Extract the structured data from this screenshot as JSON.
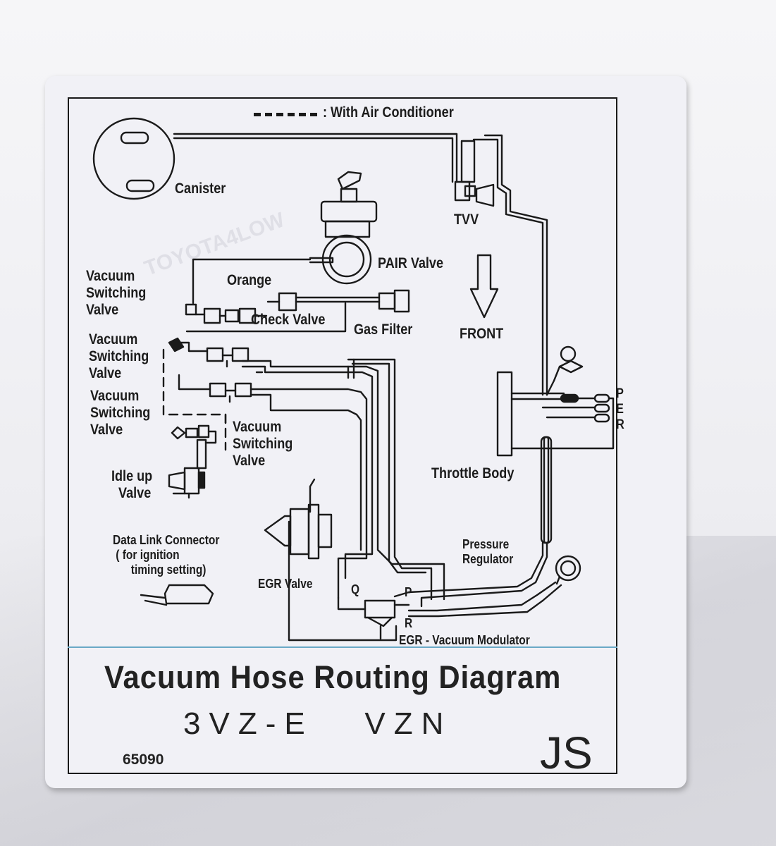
{
  "legend": {
    "text": ": With Air Conditioner"
  },
  "components": {
    "canister": "Canister",
    "tvv": "TVV",
    "pair_valve": "PAIR  Valve",
    "front": "FRONT",
    "orange": "Orange",
    "check_valve": "Check Valve",
    "gas_filter": "Gas Filter",
    "vsv_1": "Vacuum\nSwitching\nValve",
    "vsv_2": "Vacuum\nSwitching\nValve",
    "vsv_3": "Vacuum\nSwitching\nValve",
    "vsv_4": "Vacuum\nSwitching\nValve",
    "idle_up_valve": "Idle up\n  Valve",
    "throttle_body": "Throttle Body",
    "pressure_regulator": "Pressure\nRegulator",
    "data_link_connector": "Data Link Connector\n ( for ignition\n      timing setting)",
    "egr_valve": "EGR Valve",
    "egr_vacuum_modulator": "EGR - Vacuum Modulator",
    "port_q": "Q",
    "port_p": "P",
    "port_r": "R",
    "port_letters": [
      "P",
      "E",
      "R"
    ]
  },
  "footer": {
    "title": "Vacuum  Hose  Routing  Diagram",
    "engine": "3VZ-E   VZN",
    "part_number": "65090",
    "code": "JS"
  },
  "watermark": "TOYOTA4LOW",
  "colors": {
    "ink": "#1a1a1a",
    "label_bg": "#f1f1f6",
    "rule": "#6aa9c6"
  }
}
